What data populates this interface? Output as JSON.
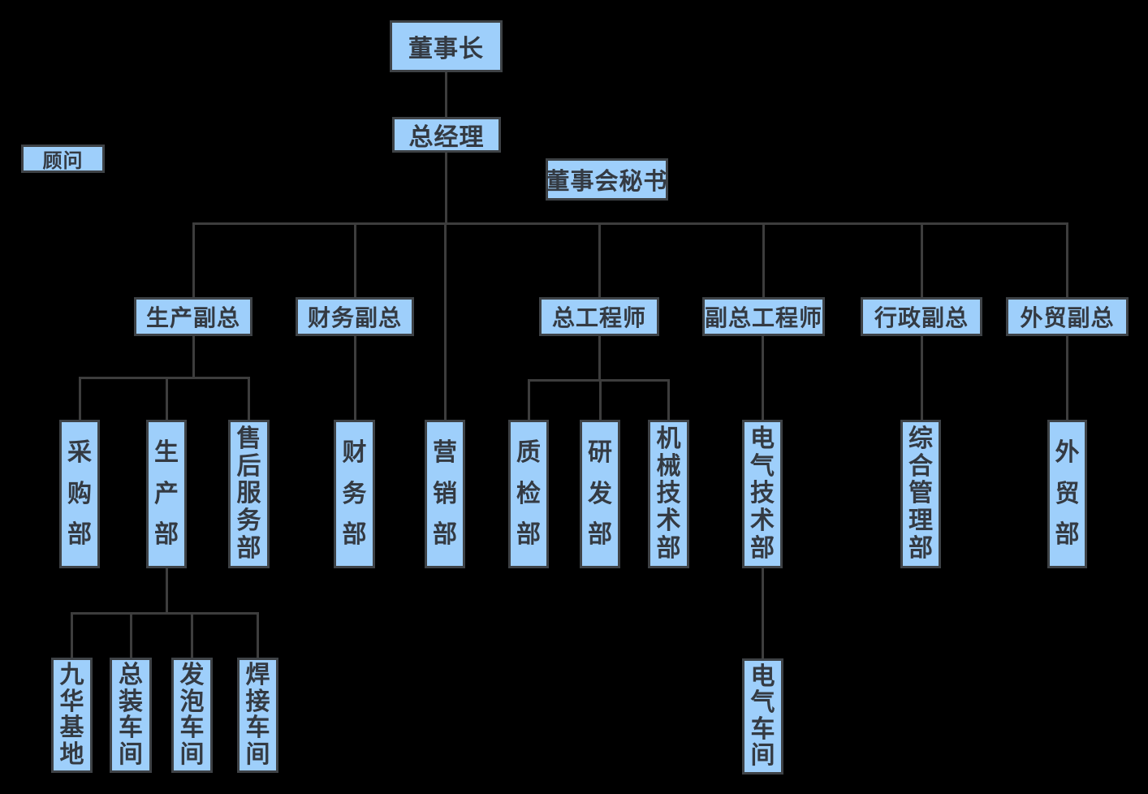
{
  "colors": {
    "background": "#000000",
    "node_fill": "#9ecffb",
    "node_border": "#3e4246",
    "node_text": "#343a42",
    "connector": "#3d3d3d"
  },
  "nodes": {
    "chairman": "董事长",
    "general_manager": "总经理",
    "advisor": "顾问",
    "board_secretary": "董事会秘书",
    "production_vp": "生产副总",
    "finance_vp": "财务副总",
    "chief_engineer": "总工程师",
    "deputy_chief_engineer": "副总工程师",
    "admin_vp": "行政副总",
    "foreign_trade_vp": "外贸副总",
    "purchasing_dept": "采购部",
    "production_dept": "生产部",
    "after_sales_dept": "售后服务部",
    "finance_dept": "财务部",
    "marketing_dept": "营销部",
    "qc_dept": "质检部",
    "rd_dept": "研发部",
    "mech_tech_dept": "机械技术部",
    "elec_tech_dept": "电气技术部",
    "general_mgmt_dept": "综合管理部",
    "foreign_trade_dept": "外贸部",
    "jiuhua_base": "九华基地",
    "assembly_workshop": "总装车间",
    "foaming_workshop": "发泡车间",
    "welding_workshop": "焊接车间",
    "electrical_workshop": "电气车间"
  },
  "hierarchy": [
    [
      "chairman",
      "general_manager"
    ],
    [
      "general_manager",
      "production_vp"
    ],
    [
      "general_manager",
      "finance_vp"
    ],
    [
      "general_manager",
      "marketing_dept"
    ],
    [
      "general_manager",
      "chief_engineer"
    ],
    [
      "general_manager",
      "deputy_chief_engineer"
    ],
    [
      "general_manager",
      "admin_vp"
    ],
    [
      "general_manager",
      "foreign_trade_vp"
    ],
    [
      "production_vp",
      "purchasing_dept"
    ],
    [
      "production_vp",
      "production_dept"
    ],
    [
      "production_vp",
      "after_sales_dept"
    ],
    [
      "finance_vp",
      "finance_dept"
    ],
    [
      "chief_engineer",
      "qc_dept"
    ],
    [
      "chief_engineer",
      "rd_dept"
    ],
    [
      "chief_engineer",
      "mech_tech_dept"
    ],
    [
      "deputy_chief_engineer",
      "elec_tech_dept"
    ],
    [
      "admin_vp",
      "general_mgmt_dept"
    ],
    [
      "foreign_trade_vp",
      "foreign_trade_dept"
    ],
    [
      "production_dept",
      "jiuhua_base"
    ],
    [
      "production_dept",
      "assembly_workshop"
    ],
    [
      "production_dept",
      "foaming_workshop"
    ],
    [
      "production_dept",
      "welding_workshop"
    ],
    [
      "elec_tech_dept",
      "electrical_workshop"
    ]
  ]
}
